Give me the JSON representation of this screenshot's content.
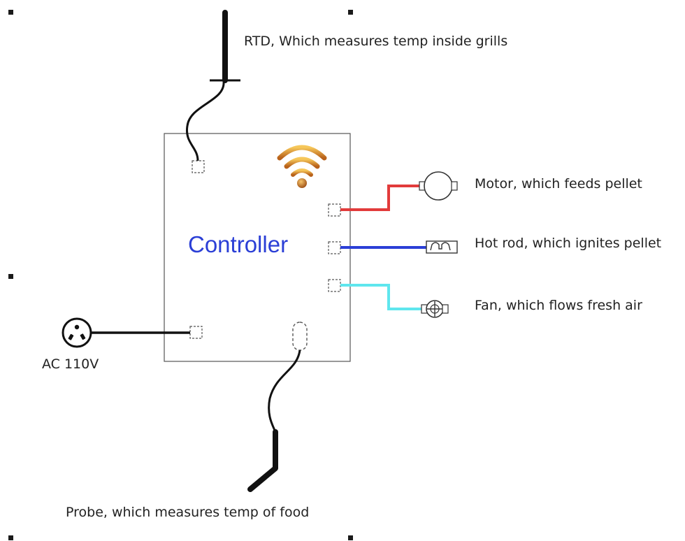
{
  "diagram": {
    "controller": {
      "label": "Controller"
    },
    "labels": {
      "rtd": "RTD, Which measures temp inside grills",
      "motor": "Motor, which feeds pellet",
      "hot_rod": "Hot rod, which ignites pellet",
      "fan": "Fan, which flows fresh air",
      "power": "AC 110V",
      "probe": "Probe, which measures temp of food"
    },
    "wire_colors": {
      "motor": "#e23b3b",
      "hot_rod": "#2b3fd6",
      "fan": "#5fe6ee",
      "sensor": "#111111"
    },
    "icons": [
      "wifi-icon",
      "motor-icon",
      "heater-icon",
      "fan-icon",
      "outlet-icon"
    ]
  }
}
